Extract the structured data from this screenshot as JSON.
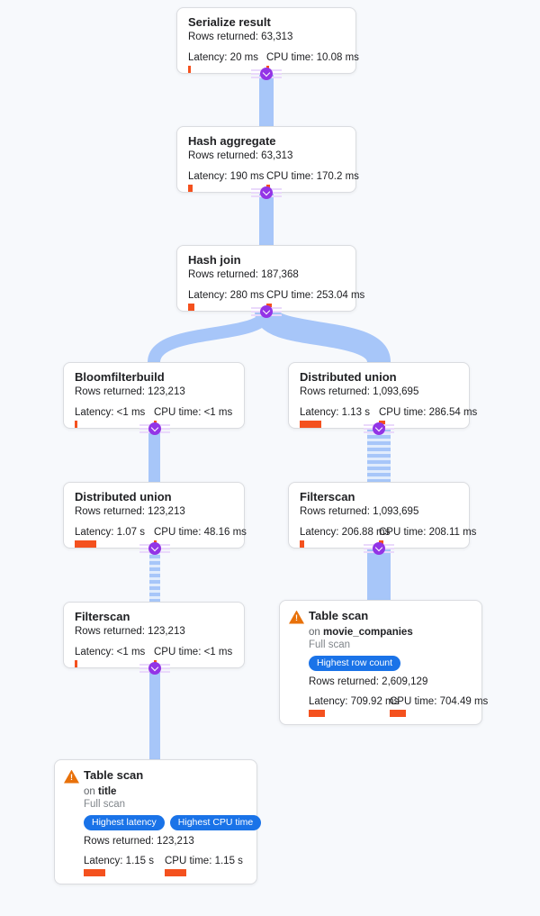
{
  "page": {
    "background": "#f7f9fc"
  },
  "colors": {
    "edge_blue": "#a7c6f9",
    "edge_stripe_gap": "#e1ecfc",
    "bar_orange": "#f4511e",
    "badge_blue": "#1a73e8",
    "expander_purple": "#9334e6",
    "warning_orange": "#e8710a"
  },
  "icons": {
    "warning_glyph": "!"
  },
  "nodes": [
    {
      "title": "Serialize result",
      "rows_text": "Rows returned: 63,313",
      "latency_text": "Latency: 20 ms",
      "cpu_text": "CPU time: 10.08 ms",
      "latency_ms": 20,
      "cpu_ms": 10.08
    },
    {
      "title": "Hash aggregate",
      "rows_text": "Rows returned: 63,313",
      "latency_text": "Latency: 190 ms",
      "cpu_text": "CPU time: 170.2 ms",
      "latency_ms": 190,
      "cpu_ms": 170.2
    },
    {
      "title": "Hash join",
      "rows_text": "Rows returned: 187,368",
      "latency_text": "Latency: 280 ms",
      "cpu_text": "CPU time: 253.04 ms",
      "latency_ms": 280,
      "cpu_ms": 253.04
    },
    {
      "title": "Bloomfilterbuild",
      "rows_text": "Rows returned: 123,213",
      "latency_text": "Latency: <1 ms",
      "cpu_text": "CPU time: <1 ms",
      "latency_ms": 0.5,
      "cpu_ms": 0.5
    },
    {
      "title": "Distributed union",
      "rows_text": "Rows returned: 1,093,695",
      "latency_text": "Latency: 1.13 s",
      "cpu_text": "CPU time: 286.54 ms",
      "latency_ms": 1130,
      "cpu_ms": 286.54
    },
    {
      "title": "Distributed union",
      "rows_text": "Rows returned: 123,213",
      "latency_text": "Latency: 1.07 s",
      "cpu_text": "CPU time: 48.16 ms",
      "latency_ms": 1070,
      "cpu_ms": 48.16
    },
    {
      "title": "Filterscan",
      "rows_text": "Rows returned: 1,093,695",
      "latency_text": "Latency: 206.88 ms",
      "cpu_text": "CPU time: 208.11 ms",
      "latency_ms": 206.88,
      "cpu_ms": 208.11
    },
    {
      "title": "Filterscan",
      "rows_text": "Rows returned: 123,213",
      "latency_text": "Latency: <1 ms",
      "cpu_text": "CPU time: <1 ms",
      "latency_ms": 0.5,
      "cpu_ms": 0.5
    },
    {
      "title": "Table scan",
      "on_prefix": "on",
      "table_name": "movie_companies",
      "scan_type": "Full scan",
      "badges": [
        "Highest row count"
      ],
      "rows_text": "Rows returned: 2,609,129",
      "latency_text": "Latency: 709.92 ms",
      "cpu_text": "CPU time: 704.49 ms",
      "latency_ms": 709.92,
      "cpu_ms": 704.49
    },
    {
      "title": "Table scan",
      "on_prefix": "on",
      "table_name": "title",
      "scan_type": "Full scan",
      "badges": [
        "Highest latency",
        "Highest CPU time"
      ],
      "rows_text": "Rows returned: 123,213",
      "latency_text": "Latency: 1.15 s",
      "cpu_text": "CPU time: 1.15 s",
      "latency_ms": 1150,
      "cpu_ms": 1150
    }
  ]
}
